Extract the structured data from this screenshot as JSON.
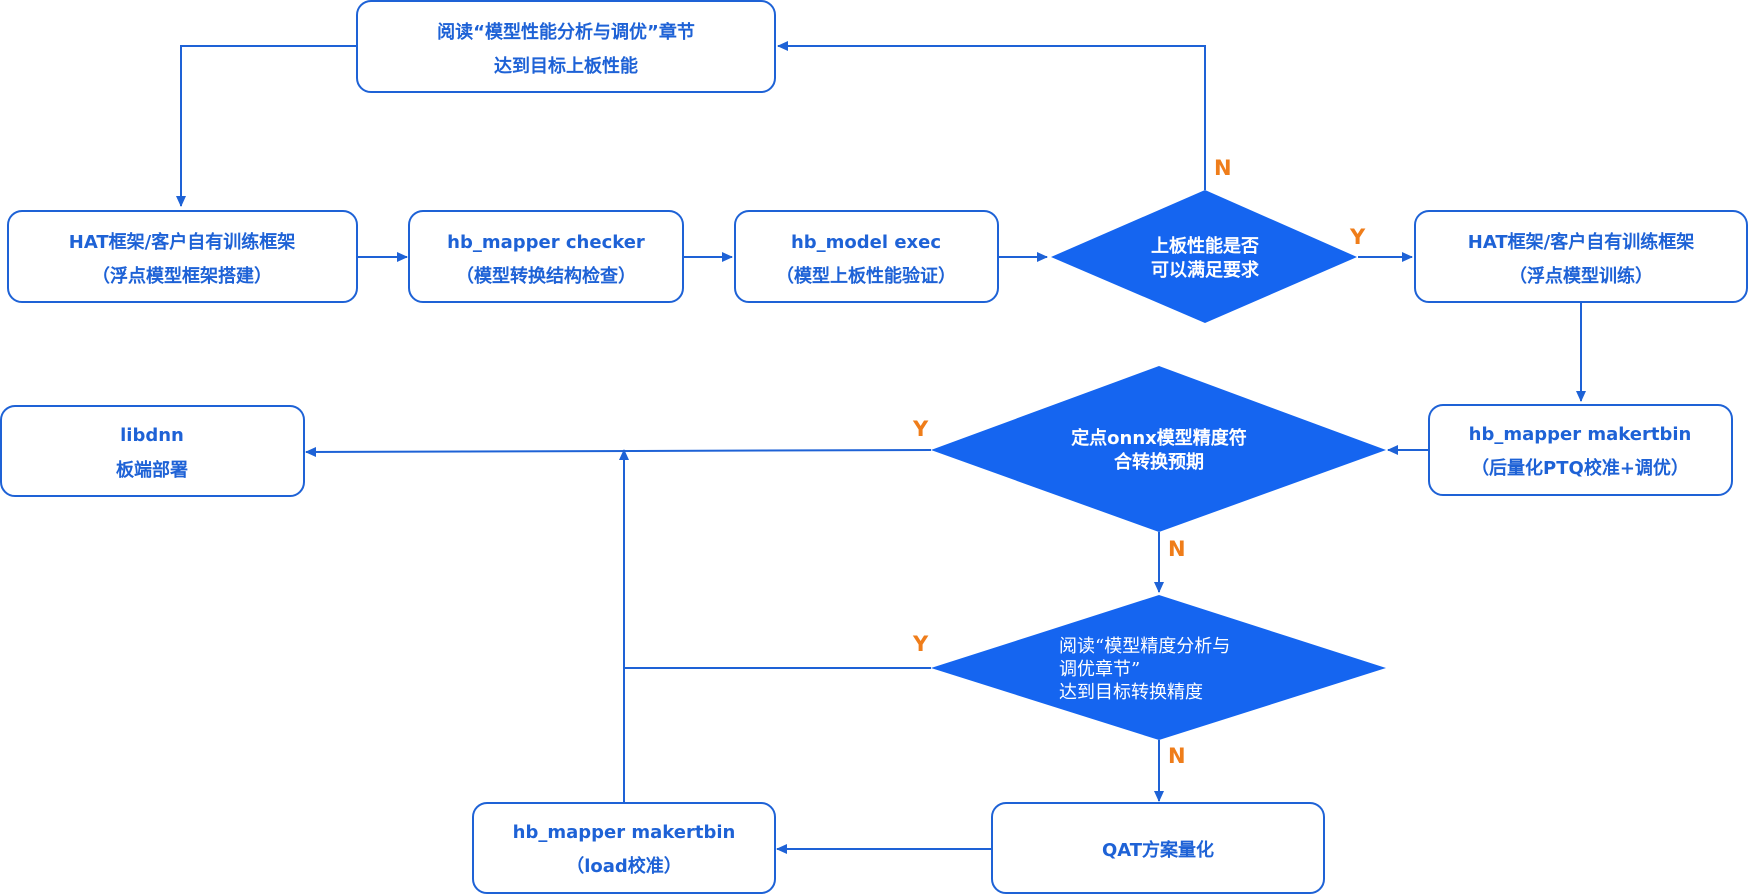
{
  "colors": {
    "accent": "#1e62d6",
    "diamond_fill": "#1565f0",
    "label": "#ef7d1a"
  },
  "nodes": {
    "read_perf": {
      "line1": "阅读“模型性能分析与调优”章节",
      "line2": "达到目标上板性能"
    },
    "hat_build": {
      "line1": "HAT框架/客户自有训练框架",
      "line2": "（浮点模型框架搭建）"
    },
    "checker": {
      "line1": "hb_mapper checker",
      "line2": "（模型转换结构检查）"
    },
    "model_exec": {
      "line1": "hb_model exec",
      "line2": "（模型上板性能验证）"
    },
    "perf_ok": {
      "line1": "上板性能是否",
      "line2": "可以满足要求"
    },
    "hat_train": {
      "line1": "HAT框架/客户自有训练框架",
      "line2": "（浮点模型训练）"
    },
    "makertbin_ptq": {
      "line1": "hb_mapper makertbin",
      "line2": "（后量化PTQ校准+调优）"
    },
    "onnx_ok": {
      "line1": "定点onnx模型精度符",
      "line2": "合转换预期"
    },
    "libdnn": {
      "line1": "libdnn",
      "line2": "板端部署"
    },
    "read_acc": {
      "line1": "阅读“模型精度分析与",
      "line2": "调优章节”",
      "line3": "达到目标转换精度"
    },
    "qat": {
      "line1": "QAT方案量化"
    },
    "makertbin_load": {
      "line1": "hb_mapper makertbin",
      "line2": "（load校准）"
    }
  },
  "edge_labels": {
    "perf_no": "N",
    "perf_yes": "Y",
    "onnx_yes": "Y",
    "onnx_no": "N",
    "acc_yes": "Y",
    "acc_no": "N"
  }
}
